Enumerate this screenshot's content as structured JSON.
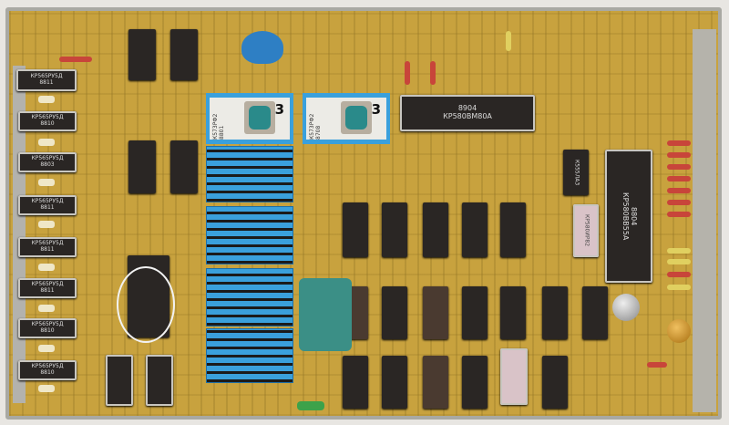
{
  "board": {
    "cpu": {
      "part": "КР580ВМ80А",
      "date": "8904"
    },
    "ppi": {
      "part": "КР580ВВ55А",
      "date": "8804"
    },
    "eproms": [
      {
        "part": "К573РФ2",
        "date": "8801",
        "number": "3"
      },
      {
        "part": "К573РФ2",
        "date": "8708",
        "number": "3"
      }
    ],
    "ram_chips": [
      {
        "part": "КР565РУ5Д",
        "date": "8811"
      },
      {
        "part": "КР565РУ5Д",
        "date": "8810"
      },
      {
        "part": "КР565РУ5Д",
        "date": "8803"
      },
      {
        "part": "КР565РУ5Д",
        "date": "8811"
      },
      {
        "part": "КР565РУ5Д",
        "date": "8811"
      },
      {
        "part": "КР565РУ5Д",
        "date": "8811"
      },
      {
        "part": "КР565РУ5Д",
        "date": "8810"
      },
      {
        "part": "КР565РУ5Д",
        "date": "8810"
      }
    ],
    "small_chips": {
      "pink": "КР580ИР82",
      "dark": "К555ЛА3"
    }
  }
}
